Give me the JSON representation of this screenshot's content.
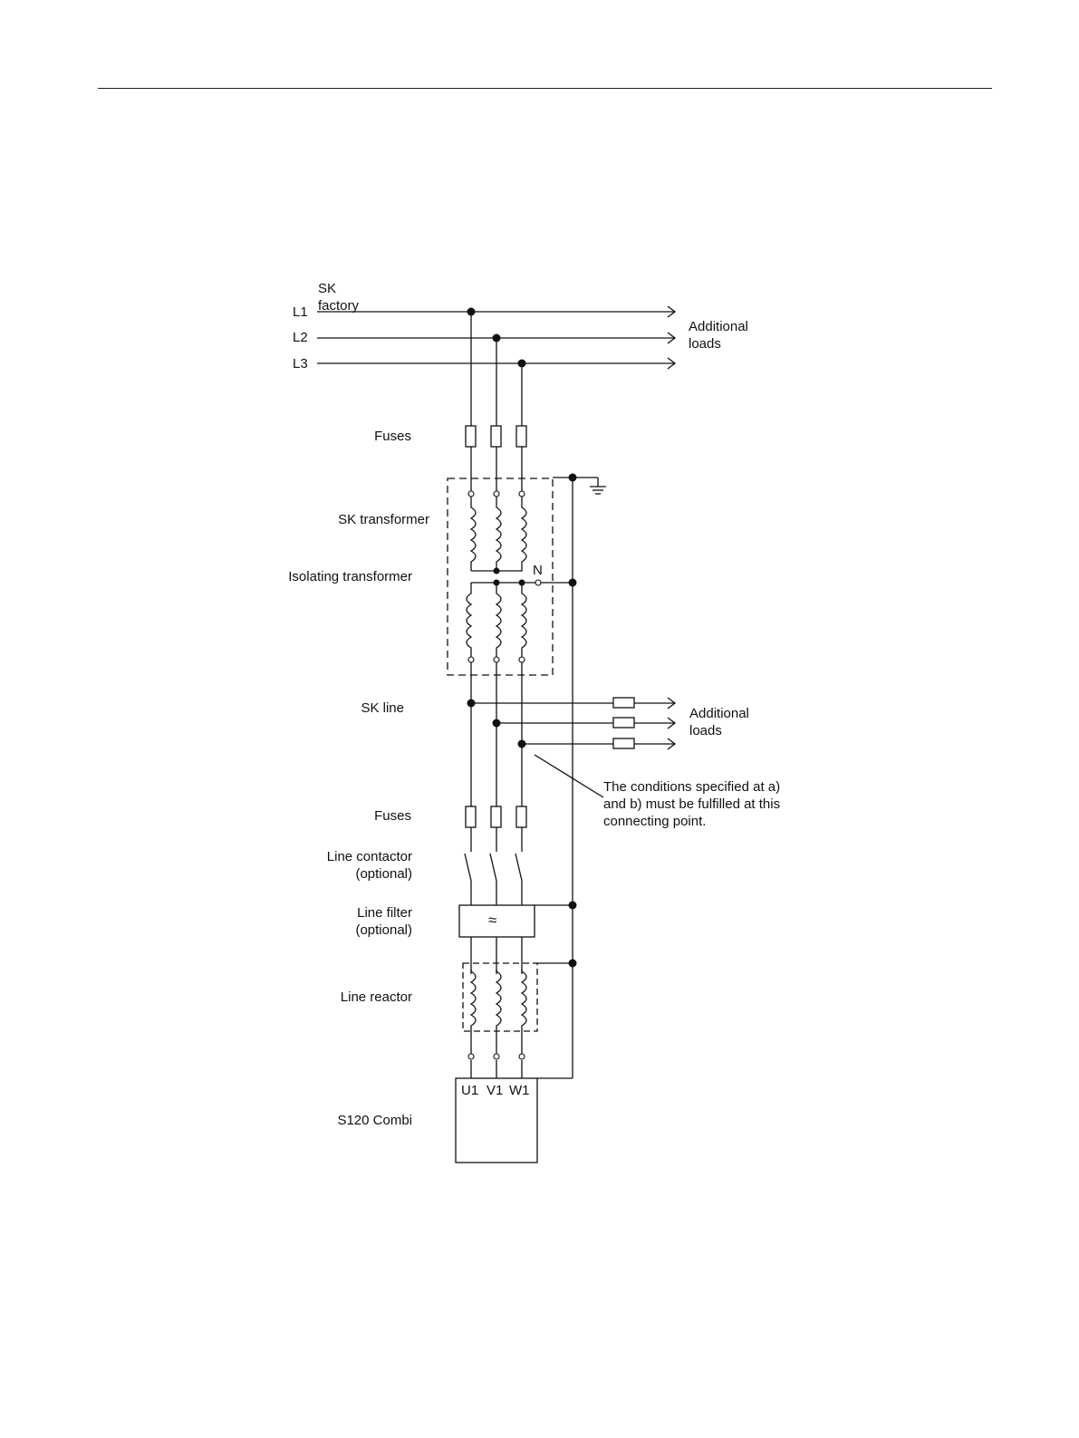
{
  "labels": {
    "sk_factory_1": "SK",
    "sk_factory_2": "factory",
    "l1": "L1",
    "l2": "L2",
    "l3": "L3",
    "additional_loads_top_1": "Additional",
    "additional_loads_top_2": "loads",
    "fuses_top": "Fuses",
    "sk_transformer": "SK transformer",
    "isolating_transformer": "Isolating transformer",
    "neutral": "N",
    "sk_line": "SK line",
    "additional_loads_mid_1": "Additional",
    "additional_loads_mid_2": "loads",
    "note_1": "The conditions specified at a)",
    "note_2": "and b) must be fulfilled at this",
    "note_3": "connecting point.",
    "fuses_bottom": "Fuses",
    "line_contactor_1": "Line contactor",
    "line_contactor_2": "(optional)",
    "line_filter_1": "Line filter",
    "line_filter_2": "(optional)",
    "filter_symbol": "≈",
    "line_reactor": "Line reactor",
    "terminal_u1": "U1",
    "terminal_v1": "V1",
    "terminal_w1": "W1",
    "s120_combi": "S120 Combi"
  }
}
